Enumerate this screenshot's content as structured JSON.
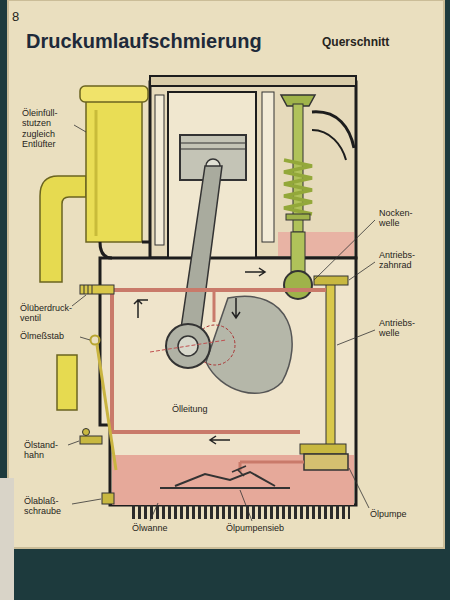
{
  "diagram": {
    "title": "Druckumlaufschmierung",
    "labels": [
      "8",
      "Querschnitt",
      "Öleinfüll- stutzen zugleich Entlüfter",
      "Nocken- welle",
      "Antriebs- zahnrad",
      "Ölüberdruck- ventil",
      "Ölmeßstab",
      "Antriebs- welle",
      "Ölleitung",
      "Ölstand- hahn",
      "Ölablaß- schraube",
      "Ölwanne",
      "Ölpumpensieb",
      "Ölpumpe"
    ]
  }
}
